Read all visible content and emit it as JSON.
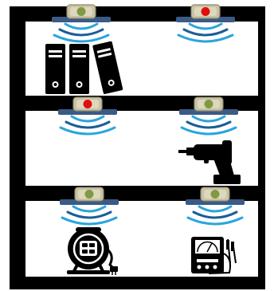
{
  "colors": {
    "frame": "#000000",
    "background": "#ffffff",
    "sensor_housing": "#c9c3a4",
    "sensor_edge": "#8e8a74",
    "sensor_mount": "#3b5a85",
    "wave_light": "#2aa5dd",
    "wave_dark": "#1a5e96",
    "status_ok": "#7f9a42",
    "status_alert": "#e10e0e"
  },
  "shelves": [
    {
      "sensors": [
        {
          "status": "ok",
          "item": "binders-icon"
        },
        {
          "status": "alert",
          "item": "none"
        }
      ]
    },
    {
      "sensors": [
        {
          "status": "alert",
          "item": "none"
        },
        {
          "status": "ok",
          "item": "power-drill-icon"
        }
      ]
    },
    {
      "sensors": [
        {
          "status": "ok",
          "item": "cable-reel-icon"
        },
        {
          "status": "ok",
          "item": "multimeter-icon"
        }
      ]
    }
  ]
}
